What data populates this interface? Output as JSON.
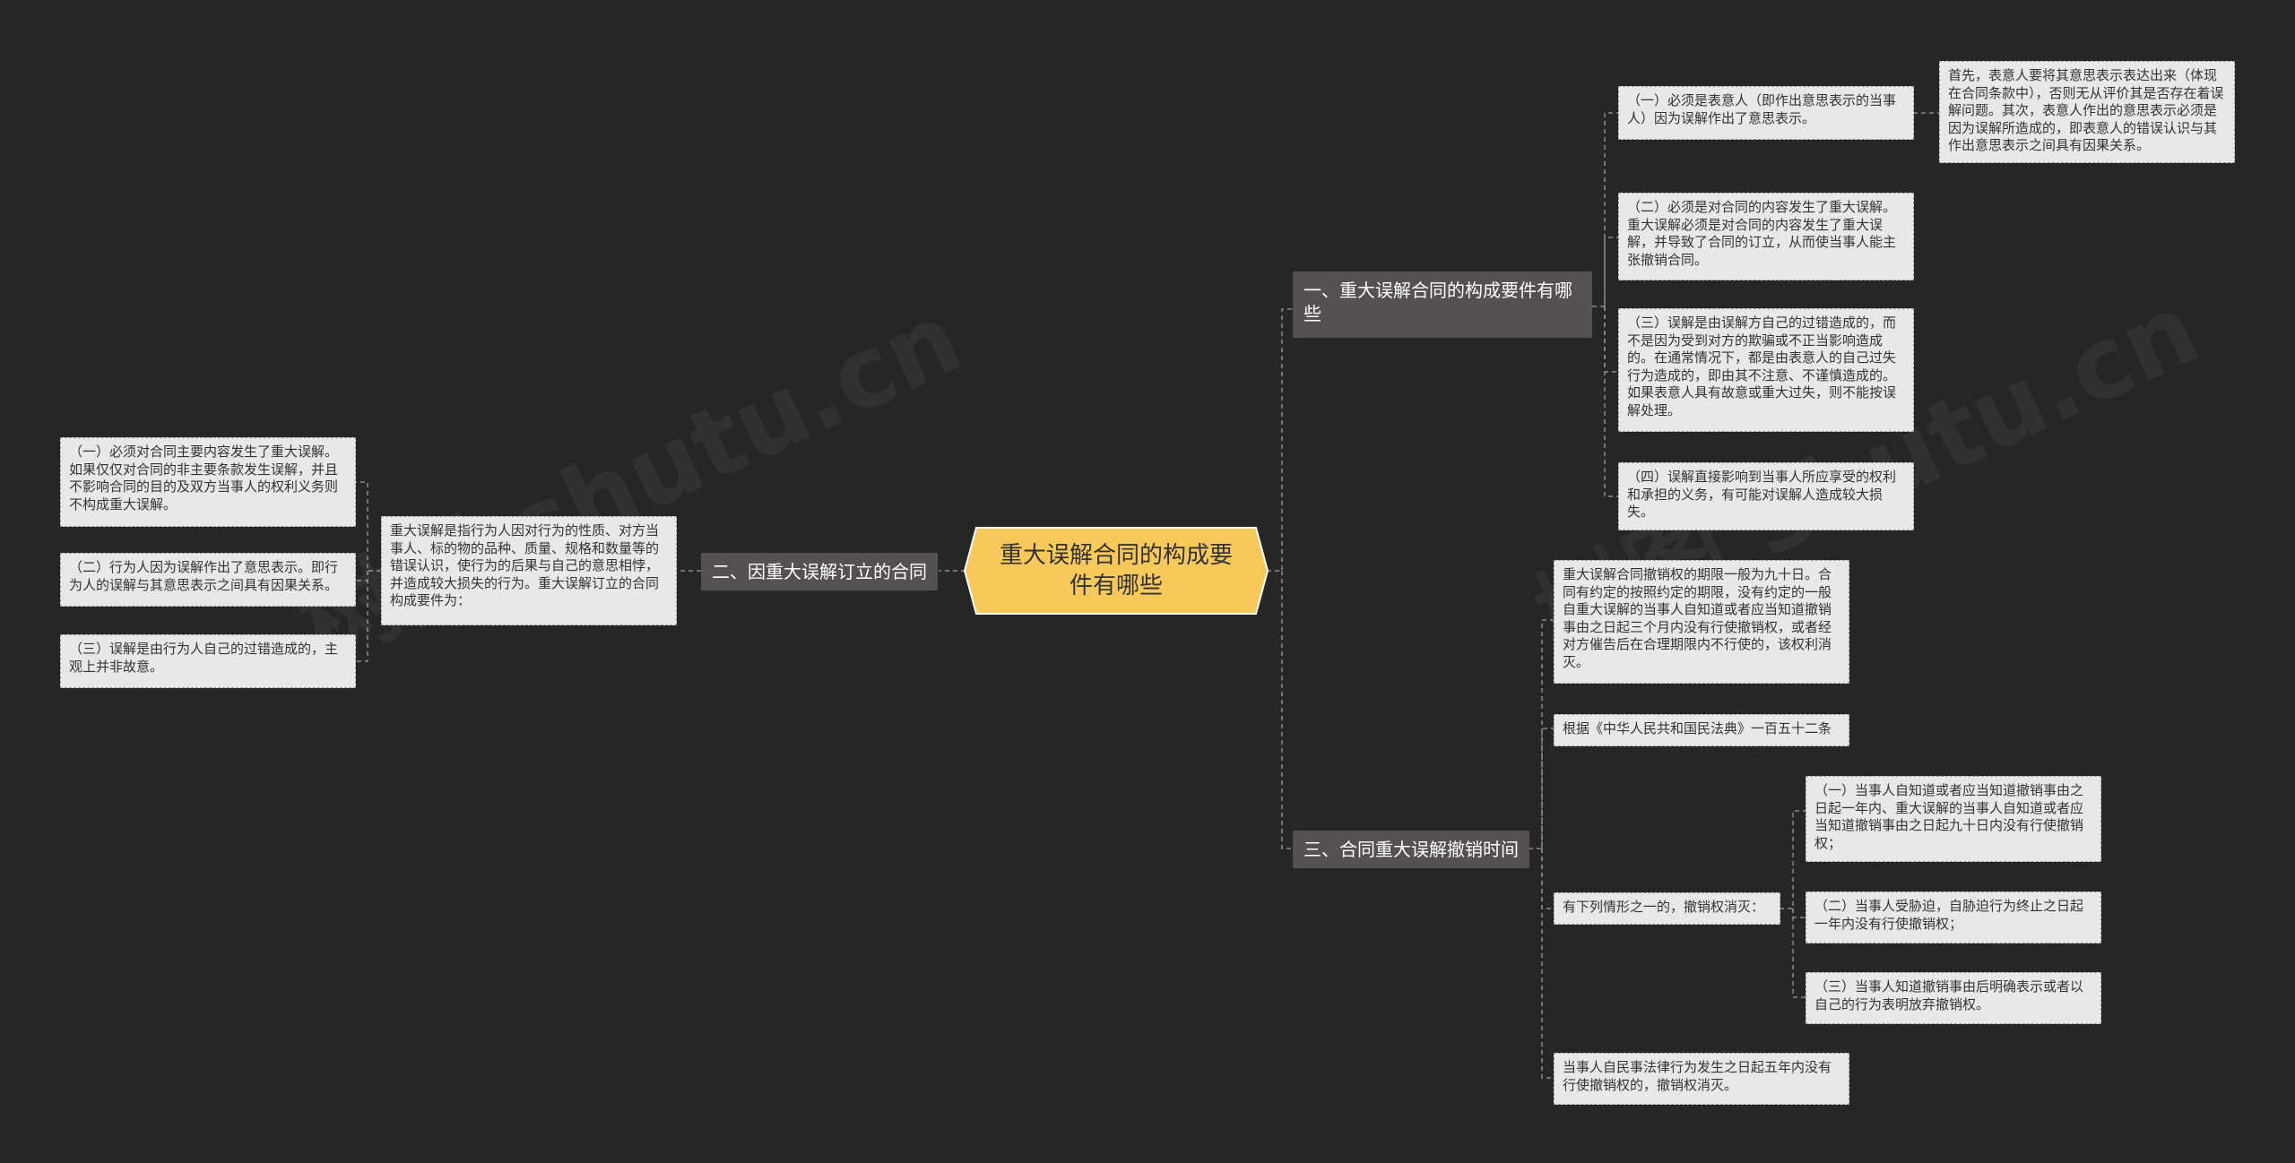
{
  "center": {
    "title": "重大误解合同的构成要件有哪些"
  },
  "branches": [
    {
      "label": "一、重大误解合同的构成要件有哪些"
    },
    {
      "label": "二、因重大误解订立的合同"
    },
    {
      "label": "三、合同重大误解撤销时间"
    }
  ],
  "b1": {
    "leaf1": "（一）必须是表意人（即作出意思表示的当事人）因为误解作出了意思表示。",
    "leaf1_note": "首先，表意人要将其意思表示表达出来（体现在合同条款中），否则无从评价其是否存在着误解问题。其次，表意人作出的意思表示必须是因为误解所造成的，即表意人的错误认识与其作出意思表示之间具有因果关系。",
    "leaf2": "（二）必须是对合同的内容发生了重大误解。重大误解必须是对合同的内容发生了重大误解，并导致了合同的订立，从而使当事人能主张撤销合同。",
    "leaf3": "（三）误解是由误解方自己的过错造成的，而不是因为受到对方的欺骗或不正当影响造成的。在通常情况下，都是由表意人的自己过失行为造成的，即由其不注意、不谨慎造成的。如果表意人具有故意或重大过失，则不能按误解处理。",
    "leaf4": "（四）误解直接影响到当事人所应享受的权利和承担的义务，有可能对误解人造成较大损失。"
  },
  "b2": {
    "main": "重大误解是指行为人因对行为的性质、对方当事人、标的物的品种、质量、规格和数量等的错误认识，使行为的后果与自己的意思相悖，并造成较大损失的行为。重大误解订立的合同构成要件为：",
    "sub1": "（一）必须对合同主要内容发生了重大误解。如果仅仅对合同的非主要条款发生误解，并且不影响合同的目的及双方当事人的权利义务则不构成重大误解。",
    "sub2": "（二）行为人因为误解作出了意思表示。即行为人的误解与其意思表示之间具有因果关系。",
    "sub3": "（三）误解是由行为人自己的过错造成的，主观上并非故意。"
  },
  "b3": {
    "leaf1": "重大误解合同撤销权的期限一般为九十日。合同有约定的按照约定的期限，没有约定的一般自重大误解的当事人自知道或者应当知道撤销事由之日起三个月内没有行使撤销权，或者经对方催告后在合理期限内不行使的，该权利消灭。",
    "leaf2": "根据《中华人民共和国民法典》一百五十二条",
    "leaf3": "有下列情形之一的，撤销权消灭：",
    "sub1": "（一）当事人自知道或者应当知道撤销事由之日起一年内、重大误解的当事人自知道或者应当知道撤销事由之日起九十日内没有行使撤销权；",
    "sub2": "（二）当事人受胁迫，自胁迫行为终止之日起一年内没有行使撤销权；",
    "sub3": "（三）当事人知道撤销事由后明确表示或者以自己的行为表明放弃撤销权。",
    "leaf4": "当事人自民事法律行为发生之日起五年内没有行使撤销权的，撤销权消灭。"
  },
  "watermark": "树图 shutu.cn",
  "colors": {
    "background": "#262626",
    "center": "#f7c85a",
    "branch": "#555152",
    "leaf": "#e8e8e8",
    "line": "#8a8a8a"
  }
}
